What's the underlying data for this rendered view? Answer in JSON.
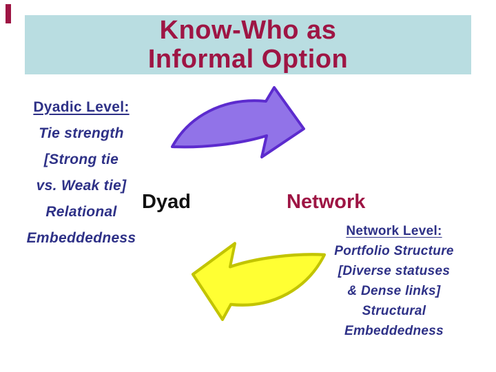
{
  "title": {
    "line1": "Know-Who as",
    "line2": "Informal Option"
  },
  "left_block": {
    "heading": "Dyadic Level:",
    "lines": [
      "Tie strength",
      "[Strong tie",
      "vs. Weak tie]",
      "Relational",
      "Embeddedness"
    ]
  },
  "center_label": "Dyad",
  "right_label": "Network",
  "right_block": {
    "heading": "Network Level:",
    "lines": [
      "Portfolio Structure",
      "[Diverse statuses",
      "& Dense links]",
      "Structural",
      "Embeddedness"
    ]
  },
  "icons": {
    "up_arrow": "curved-arrow-right",
    "down_arrow": "curved-arrow-left"
  },
  "colors": {
    "crimson": "#9e1544",
    "navy": "#2e3187",
    "title_bg": "#b9dde1",
    "purple_fill": "#9173e8",
    "purple_stroke": "#5c2bce",
    "yellow_fill": "#ffff33",
    "yellow_stroke": "#c2c400",
    "black": "#111111"
  }
}
